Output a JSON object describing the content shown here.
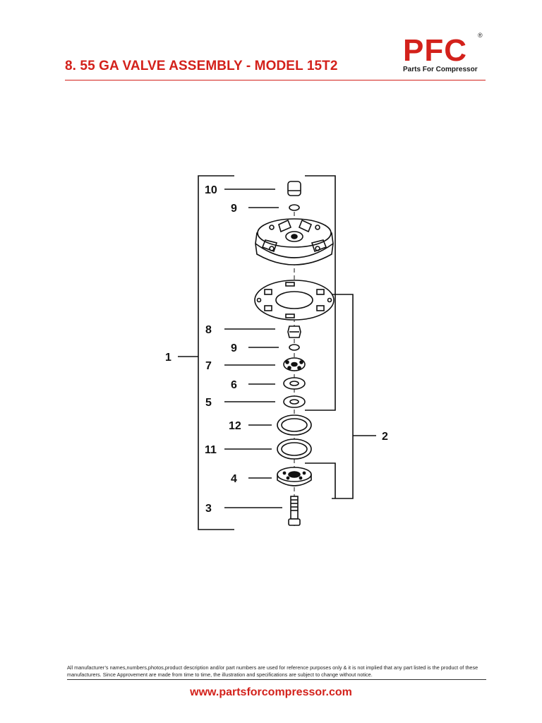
{
  "header": {
    "title": "8. 55 GA VALVE ASSEMBLY - MODEL 15T2",
    "logo_text": "PFC",
    "logo_tagline": "Parts For Compressor",
    "registered_mark": "®"
  },
  "diagram": {
    "part_labels": [
      "10",
      "9",
      "8",
      "9",
      "7",
      "6",
      "5",
      "12",
      "11",
      "4",
      "3"
    ],
    "group_labels": [
      "1",
      "2"
    ]
  },
  "footer": {
    "disclaimer": "All manufacturer’s names,numbers,photos,product description and/or part numbers are used for reference purposes only & it is not implied that any part listed is the product of these manufacturers.  Since Approvement are made from time to time,  the illustration and specifications are subject to change without notice.",
    "website": "www.partsforcompressor.com"
  },
  "colors": {
    "brand_red": "#d3211b",
    "text_dark": "#1a1a1a"
  }
}
